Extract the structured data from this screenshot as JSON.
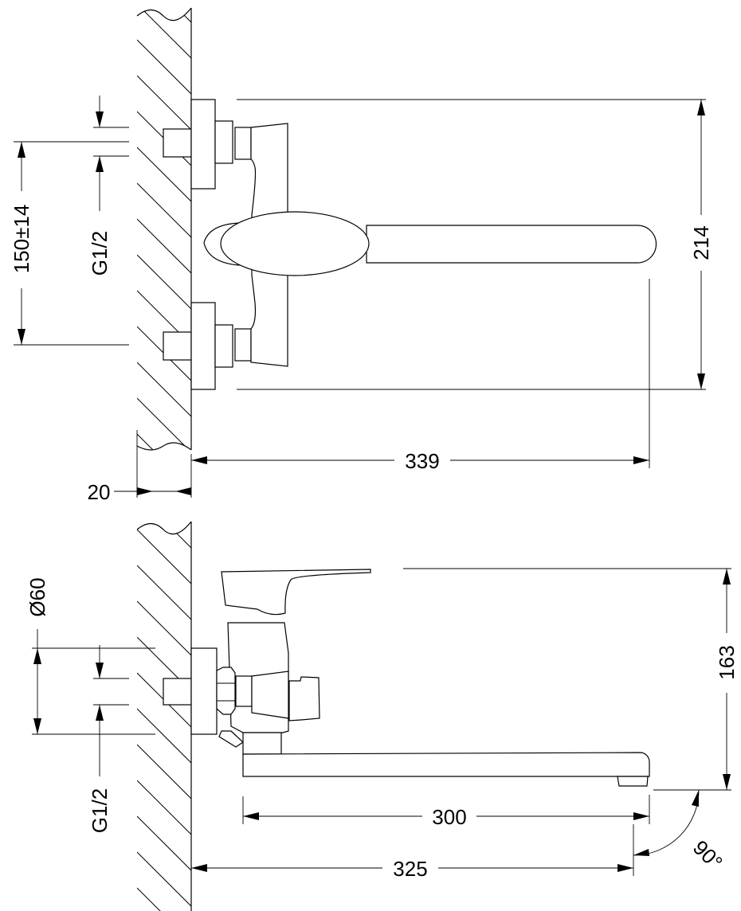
{
  "top_view": {
    "dim_height": "214",
    "dim_inlet_spacing": "150±14",
    "dim_thread": "G1/2",
    "dim_reach": "339",
    "dim_wall": "20"
  },
  "side_view": {
    "dim_height": "163",
    "dim_flange_diameter": "Ø60",
    "dim_thread": "G1/2",
    "dim_spout": "300",
    "dim_total": "325",
    "dim_angle": "90°"
  }
}
